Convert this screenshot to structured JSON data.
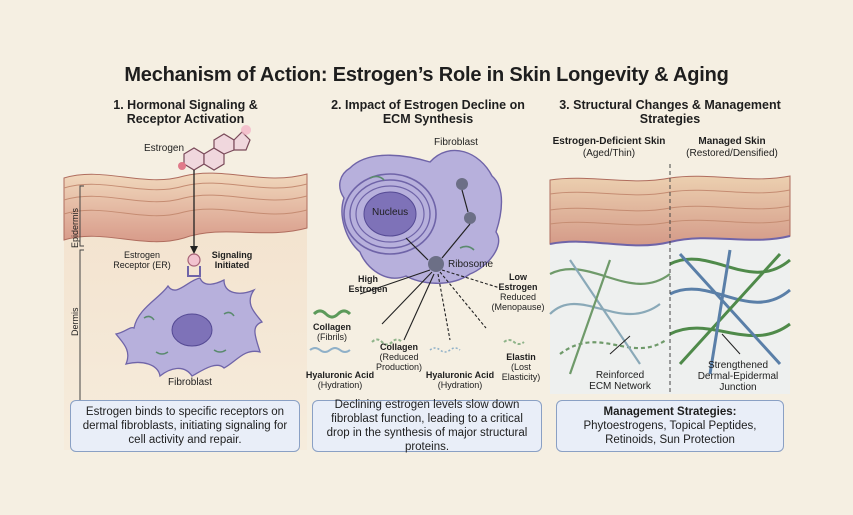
{
  "title": "Mechanism of Action: Estrogen’s Role in Skin Longevity & Aging",
  "panel1": {
    "heading_line1": "1. Hormonal Signaling &",
    "heading_line2": "Receptor Activation",
    "estrogen_label": "Estrogen",
    "epidermis_label": "Epidermis",
    "dermis_label": "Dermis",
    "receptor_line1": "Estrogen",
    "receptor_line2": "Receptor (ER)",
    "signal_line1": "Signaling",
    "signal_line2": "Initiated",
    "fibroblast_label": "Fibroblast",
    "caption": "Estrogen binds to specific receptors on dermal fibroblasts, initiating signaling for cell activity and repair."
  },
  "panel2": {
    "heading_line1": "2. Impact of Estrogen Decline on",
    "heading_line2": "ECM Synthesis",
    "fibroblast_label": "Fibroblast",
    "nucleus_label": "Nucleus",
    "ribosome_label": "Ribosome",
    "high_line1": "High",
    "high_line2": "Estrogen",
    "low_line1": "Low",
    "low_line2": "Estrogen",
    "low_line3": "Reduced",
    "low_line4": "(Menopause)",
    "collagen_fibrils_1": "Collagen",
    "collagen_fibrils_2": "(Fibrils)",
    "collagen_reduced_1": "Collagen",
    "collagen_reduced_2": "(Reduced",
    "collagen_reduced_3": "Production)",
    "ha_1_line1": "Hyaluronic Acid",
    "ha_1_line2": "(Hydration)",
    "ha_2_line1": "Hyaluronic Acid",
    "ha_2_line2": "(Hydration)",
    "elastin_line1": "Elastin",
    "elastin_line2": "(Lost",
    "elastin_line3": "Elasticity)",
    "caption": "Declining estrogen levels slow down fibroblast function, leading to a critical drop in the synthesis of major structural proteins."
  },
  "panel3": {
    "heading_line1": "3. Structural Changes & Management",
    "heading_line2": "Strategies",
    "deficient_title": "Estrogen-Deficient Skin",
    "deficient_sub": "(Aged/Thin)",
    "managed_title": "Managed Skin",
    "managed_sub": "(Restored/Densified)",
    "reinforced_line1": "Reinforced",
    "reinforced_line2": "ECM Network",
    "strengthened_line1": "Strengthened",
    "strengthened_line2": "Dermal-Epidermal",
    "strengthened_line3": "Junction",
    "mgmt_title": "Management Strategies:",
    "mgmt_line1": "Phytoestrogens, Topical Peptides,",
    "mgmt_line2": "Retinoids, Sun Protection"
  },
  "colors": {
    "background": "#f5efe2",
    "cell": "#b7b0dc",
    "cell_stroke": "#6f64a8",
    "skin_top": "#e8c9a6",
    "caption_border": "#8aa0c4"
  }
}
